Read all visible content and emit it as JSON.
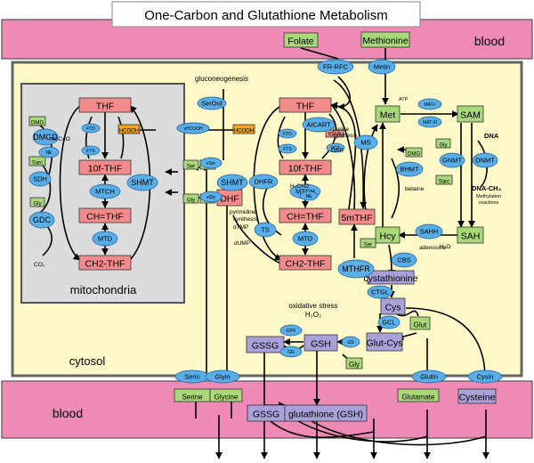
{
  "title": "One-Carbon and Glutathione  Metabolism",
  "colors": {
    "blood": "#ee8ab5",
    "cytosol": "#fdf8c7",
    "mitochondria": "#dcdcdc",
    "metabolite_green": "#a8d87a",
    "folate_red": "#f28c8c",
    "glutathione_purple": "#a9a2d9",
    "enzyme_blue": "#5aaee8",
    "formate_orange": "#f3a51c"
  },
  "regions": {
    "blood_top": "blood",
    "blood_bottom": "blood",
    "cytosol": "cytosol",
    "mitochondria": "mitochondria"
  },
  "notes": {
    "gluconeogenesis": "gluconeogenesis",
    "oxidative_stress": "oxidative stress",
    "h2o2": "H₂O₂",
    "pyrimidine": "pyrimidine",
    "synthesis": "synthesis",
    "dtmp": "dTMP",
    "dump": "dUMP",
    "purine": "purine",
    "purine_synthesis": "synthesis",
    "gar": "GAR",
    "h2co_mito": "H₂C=O",
    "h2co_cyto": "H₂C=O",
    "co2": "CO₂",
    "betaine": "betaine",
    "adenosine": "adenosine",
    "h2o": "H₂O",
    "atp": "ATP",
    "dna": "DNA",
    "dna_ch3": "DNA-CH₃",
    "methylation": "Methylation",
    "reactions": "reactions"
  },
  "nodes": [
    {
      "id": "folate",
      "label": "Folate",
      "kind": "green"
    },
    {
      "id": "methionine_blood",
      "label": "Methionine",
      "kind": "green"
    },
    {
      "id": "thf_mito",
      "label": "THF",
      "kind": "red"
    },
    {
      "id": "f10thf_mito",
      "label": "10f-THF",
      "kind": "red"
    },
    {
      "id": "chthf_mito",
      "label": "CH=THF",
      "kind": "red"
    },
    {
      "id": "ch2thf_mito",
      "label": "CH2-THF",
      "kind": "red"
    },
    {
      "id": "hcooh_mito",
      "label": "HCOOH",
      "kind": "orange"
    },
    {
      "id": "thf_cyto",
      "label": "THF",
      "kind": "red"
    },
    {
      "id": "f10thf_cyto",
      "label": "10f-THF",
      "kind": "red"
    },
    {
      "id": "chthf_cyto",
      "label": "CH=THF",
      "kind": "red"
    },
    {
      "id": "ch2thf_cyto",
      "label": "CH2-THF",
      "kind": "red"
    },
    {
      "id": "dhf",
      "label": "DHF",
      "kind": "red"
    },
    {
      "id": "mthf5",
      "label": "5mTHF",
      "kind": "red"
    },
    {
      "id": "hcooh_cyto",
      "label": "HCOOH",
      "kind": "orange"
    },
    {
      "id": "fgar",
      "label": "fGAR",
      "kind": "red"
    },
    {
      "id": "dmg_mito",
      "label": "DMG",
      "kind": "green"
    },
    {
      "id": "sarc_mito",
      "label": "Sarc",
      "kind": "green"
    },
    {
      "id": "gly_mito",
      "label": "Gly",
      "kind": "green"
    },
    {
      "id": "ser_mito",
      "label": "Ser",
      "kind": "green"
    },
    {
      "id": "gly_mito2",
      "label": "Gly",
      "kind": "green"
    },
    {
      "id": "ser_cyto",
      "label": "Ser",
      "kind": "green"
    },
    {
      "id": "gly_cyto",
      "label": "Gly",
      "kind": "green"
    },
    {
      "id": "met",
      "label": "Met",
      "kind": "green"
    },
    {
      "id": "sam",
      "label": "SAM",
      "kind": "green"
    },
    {
      "id": "sah",
      "label": "SAH",
      "kind": "green"
    },
    {
      "id": "hcy",
      "label": "Hcy",
      "kind": "green"
    },
    {
      "id": "dmg_cyto",
      "label": "DMG",
      "kind": "green"
    },
    {
      "id": "gly_gnmt",
      "label": "Gly",
      "kind": "green"
    },
    {
      "id": "sarc_cyto",
      "label": "Sarc",
      "kind": "green"
    },
    {
      "id": "ser_cbs",
      "label": "Ser",
      "kind": "green"
    },
    {
      "id": "cystathionine",
      "label": "cystathionine",
      "kind": "purple"
    },
    {
      "id": "cys",
      "label": "Cys",
      "kind": "purple"
    },
    {
      "id": "glut",
      "label": "Glut",
      "kind": "green"
    },
    {
      "id": "glutcys",
      "label": "Glut-Cys",
      "kind": "purple"
    },
    {
      "id": "gly_gs",
      "label": "Gly",
      "kind": "green"
    },
    {
      "id": "gsh",
      "label": "GSH",
      "kind": "purple"
    },
    {
      "id": "gssg",
      "label": "GSSG",
      "kind": "purple"
    },
    {
      "id": "serine_blood",
      "label": "Serine",
      "kind": "green"
    },
    {
      "id": "glycine_blood",
      "label": "Glycine",
      "kind": "green"
    },
    {
      "id": "gssg_blood",
      "label": "GSSG",
      "kind": "purple"
    },
    {
      "id": "gsh_blood",
      "label": "glutathione (GSH)",
      "kind": "purple"
    },
    {
      "id": "glutamate_blood",
      "label": "Glutamate",
      "kind": "green"
    },
    {
      "id": "cysteine_blood",
      "label": "Cysteine",
      "kind": "purple"
    }
  ],
  "enzymes": [
    {
      "id": "dmgd",
      "label": "DMGD"
    },
    {
      "id": "ne_mito",
      "label": "NE"
    },
    {
      "id": "sdh",
      "label": "SDH"
    },
    {
      "id": "gdc",
      "label": "GDC"
    },
    {
      "id": "ftd_mito",
      "label": "FTD"
    },
    {
      "id": "fts_mito",
      "label": "FTS"
    },
    {
      "id": "mtch_mito",
      "label": "MTCH"
    },
    {
      "id": "mtd_mito",
      "label": "MTD"
    },
    {
      "id": "shmt_mito",
      "label": "SHMT"
    },
    {
      "id": "vhcooh_mito",
      "label": "vHCOOH"
    },
    {
      "id": "vser_mito",
      "label": "vSer"
    },
    {
      "id": "vgly_mito",
      "label": "vGly"
    },
    {
      "id": "serout",
      "label": "SerOut"
    },
    {
      "id": "vhcooh_cyto",
      "label": "vHCOOH"
    },
    {
      "id": "shmt_cyto",
      "label": "SHMT"
    },
    {
      "id": "ftd_cyto",
      "label": "FTD"
    },
    {
      "id": "fts_cyto",
      "label": "FTS"
    },
    {
      "id": "aicart",
      "label": "AICART"
    },
    {
      "id": "pgt",
      "label": "PGT"
    },
    {
      "id": "dhfr",
      "label": "DHFR"
    },
    {
      "id": "mtch_cyto",
      "label": "MTCH"
    },
    {
      "id": "ne_cyto",
      "label": "NE"
    },
    {
      "id": "ts",
      "label": "TS"
    },
    {
      "id": "mtd_cyto",
      "label": "MTD"
    },
    {
      "id": "ms",
      "label": "MS"
    },
    {
      "id": "mthfr",
      "label": "MTHFR"
    },
    {
      "id": "frrfc",
      "label": "FR-RFC"
    },
    {
      "id": "metin",
      "label": "Metin"
    },
    {
      "id": "mat1",
      "label": "MAT-I"
    },
    {
      "id": "mat3",
      "label": "MAT-III"
    },
    {
      "id": "gnmt",
      "label": "GNMT"
    },
    {
      "id": "dnmt",
      "label": "DNMT"
    },
    {
      "id": "bhmt",
      "label": "BHMT"
    },
    {
      "id": "sahh",
      "label": "SAHH"
    },
    {
      "id": "cbs",
      "label": "CBS"
    },
    {
      "id": "ctgl",
      "label": "CTGL"
    },
    {
      "id": "gcl",
      "label": "GCL"
    },
    {
      "id": "gpx",
      "label": "GPX"
    },
    {
      "id": "gr",
      "label": "GR"
    },
    {
      "id": "gs",
      "label": "GS"
    },
    {
      "id": "serin",
      "label": "Serin"
    },
    {
      "id": "glyin",
      "label": "Glyin"
    },
    {
      "id": "glutin",
      "label": "Glutin"
    },
    {
      "id": "cysin",
      "label": "Cysin"
    }
  ]
}
